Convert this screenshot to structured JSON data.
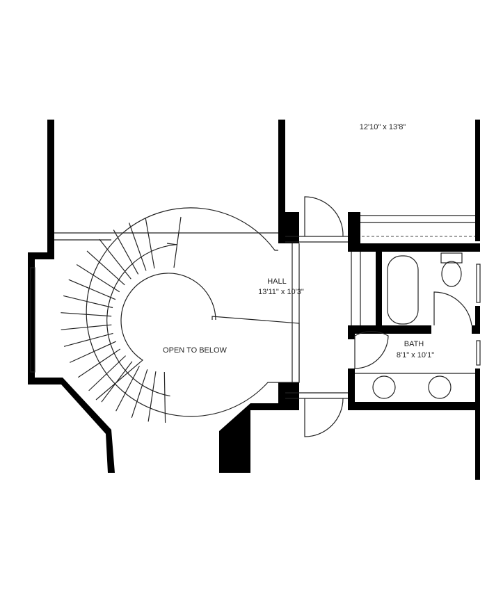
{
  "plan": {
    "rooms": {
      "top_room": {
        "dimensions": "12'10\" x 13'8\""
      },
      "hall": {
        "name": "HALL",
        "dimensions": "13'11\" x 10'3\""
      },
      "open_area": {
        "name": "OPEN TO BELOW"
      },
      "bath": {
        "name": "BATH",
        "dimensions": "8'1\" x 10'1\""
      }
    },
    "colors": {
      "wall": "#000000",
      "line": "#222222",
      "background": "#ffffff"
    }
  }
}
